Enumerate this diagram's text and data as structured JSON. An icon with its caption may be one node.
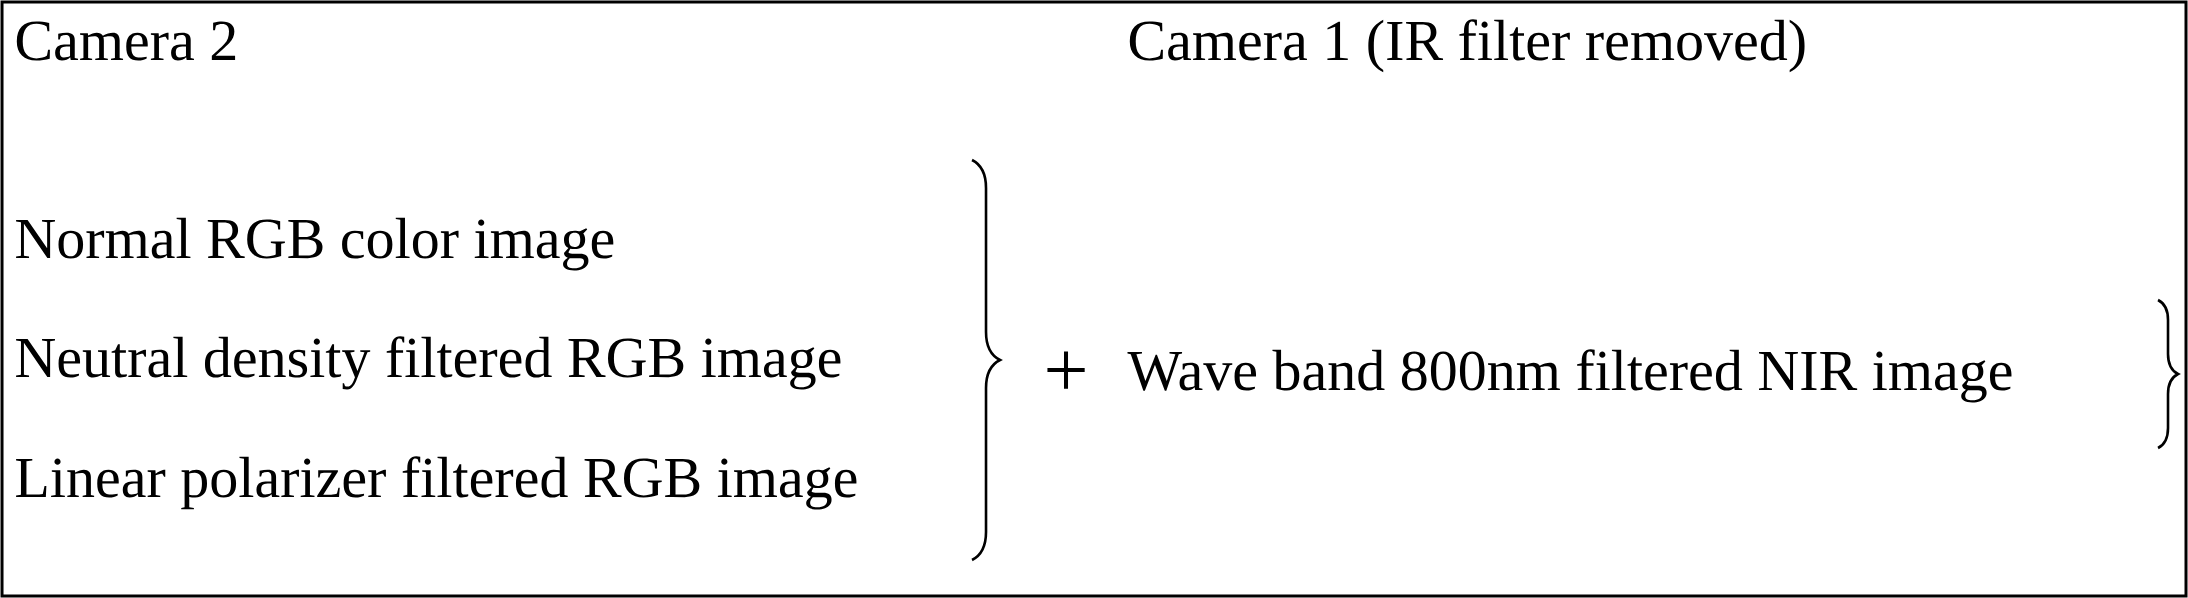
{
  "diagram": {
    "labels": [
      "Camera 2",
      "Camera 1 (IR filter removed)",
      "Normal RGB color image",
      "Neutral density filtered RGB image",
      "+",
      "Wave band 800nm filtered NIR image",
      "Linear polarizer filtered RGB image"
    ]
  }
}
